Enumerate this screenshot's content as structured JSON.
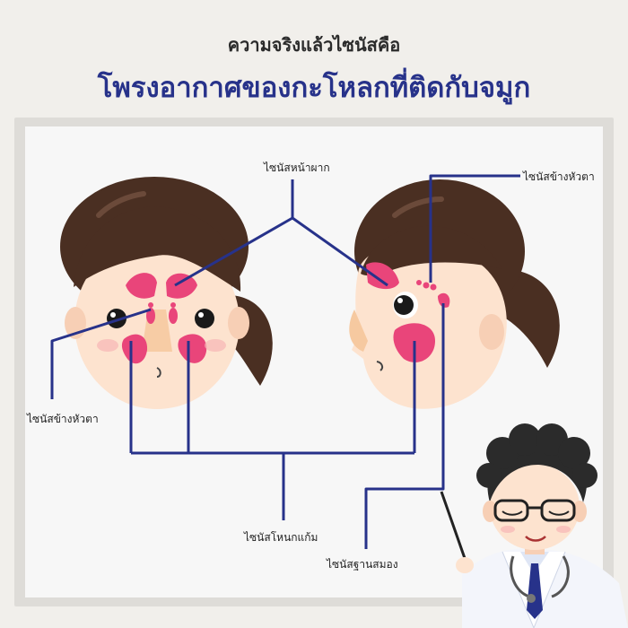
{
  "header": {
    "title": "ความจริงแล้วไซนัสคือ",
    "subtitle": "โพรงอากาศของกะโหลกที่ติดกับจมูก"
  },
  "labels": {
    "frontal": "ไซนัสหน้าผาก",
    "ethmoid_right": "ไซนัสข้างหัวตา",
    "ethmoid_left": "ไซนัสข้างหัวตา",
    "maxillary": "ไซนัสโหนกแก้ม",
    "sphenoid": "ไซนัสฐานสมอง"
  },
  "colors": {
    "title": "#2b2b2b",
    "subtitle": "#27328a",
    "leader_line": "#27328a",
    "sinus": "#e9457a",
    "skin": "#fde3cf",
    "hair": "#4a2f22"
  }
}
